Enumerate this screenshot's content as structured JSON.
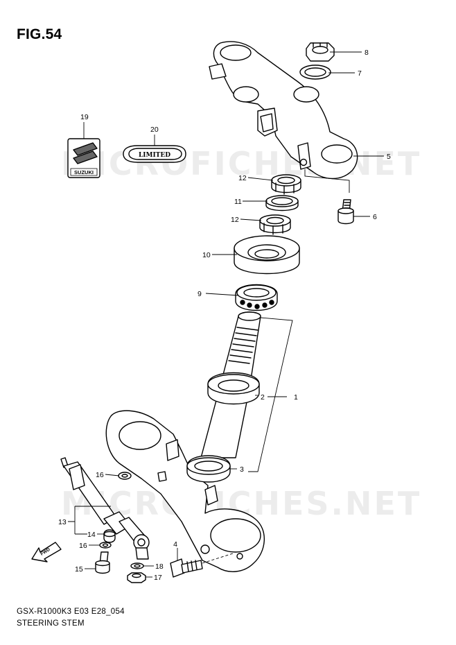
{
  "figure": {
    "title": "FIG.54",
    "model_code": "GSX-R1000K3 E03 E28_054",
    "subtitle": "STEERING STEM"
  },
  "watermark": {
    "top": "MICROFICHES.NET",
    "bottom": "MICROFICHES.NET"
  },
  "emblems": {
    "suzuki_text": "SUZUKI",
    "limited_text": "LIMITED"
  },
  "direction_indicator": "FWD",
  "callouts": [
    {
      "id": "c1",
      "label": "1"
    },
    {
      "id": "c2",
      "label": "2"
    },
    {
      "id": "c3",
      "label": "3"
    },
    {
      "id": "c4",
      "label": "4"
    },
    {
      "id": "c5",
      "label": "5"
    },
    {
      "id": "c6",
      "label": "6"
    },
    {
      "id": "c7",
      "label": "7"
    },
    {
      "id": "c8",
      "label": "8"
    },
    {
      "id": "c9",
      "label": "9"
    },
    {
      "id": "c10",
      "label": "10"
    },
    {
      "id": "c11",
      "label": "11"
    },
    {
      "id": "c12a",
      "label": "12"
    },
    {
      "id": "c12b",
      "label": "12"
    },
    {
      "id": "c13",
      "label": "13"
    },
    {
      "id": "c14",
      "label": "14"
    },
    {
      "id": "c15",
      "label": "15"
    },
    {
      "id": "c16a",
      "label": "16"
    },
    {
      "id": "c16b",
      "label": "16"
    },
    {
      "id": "c17",
      "label": "17"
    },
    {
      "id": "c18",
      "label": "18"
    },
    {
      "id": "c19",
      "label": "19"
    },
    {
      "id": "c20",
      "label": "20"
    }
  ]
}
